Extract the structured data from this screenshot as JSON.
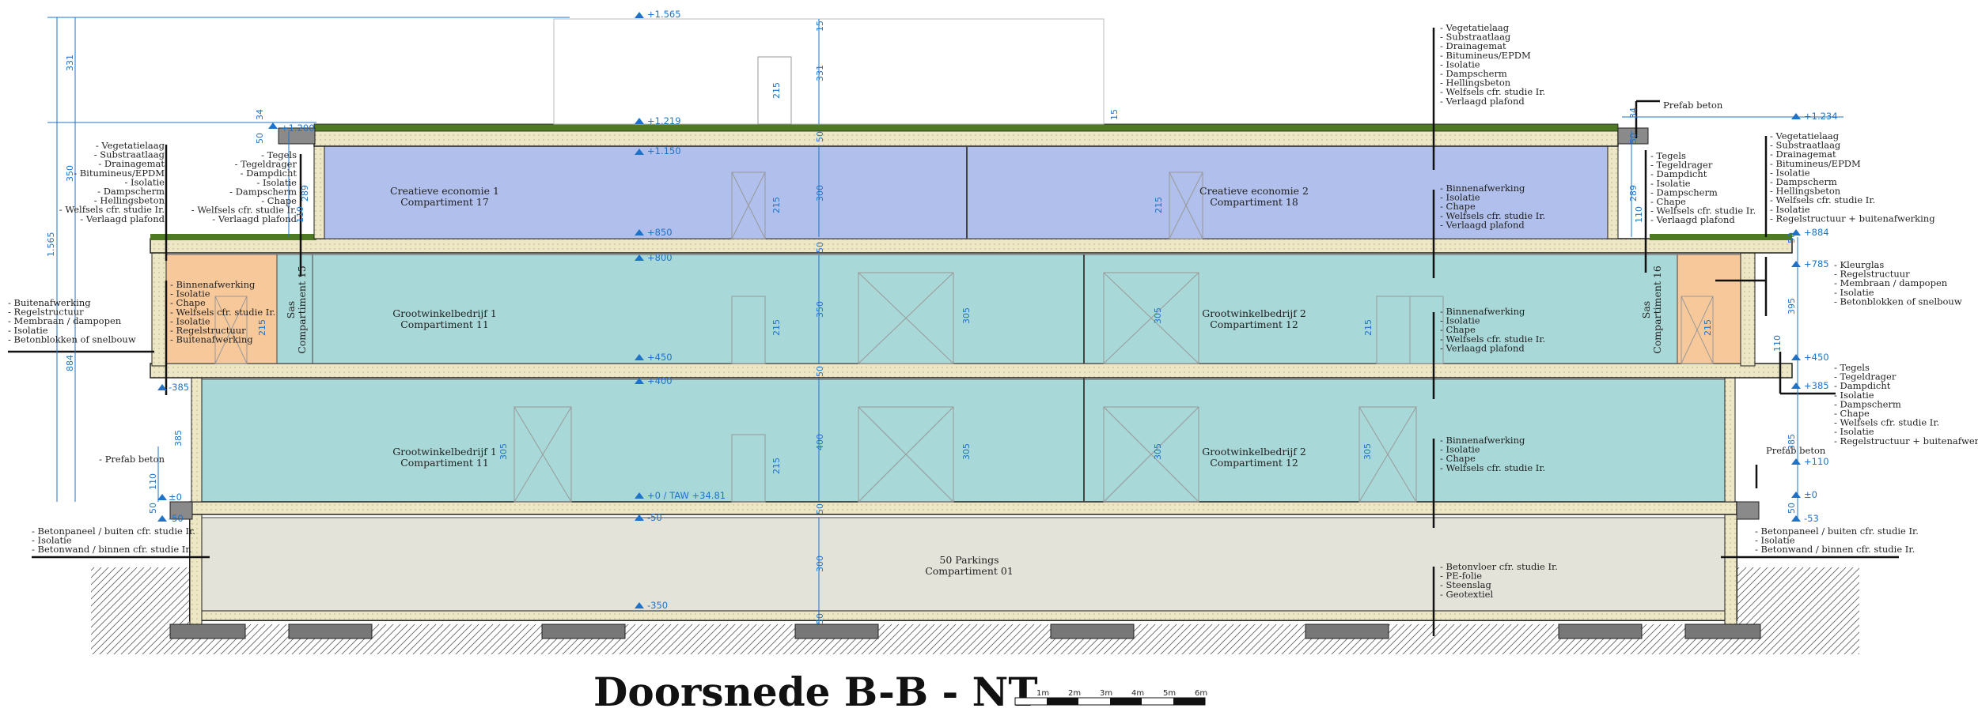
{
  "title": "Doorsnede B-B - NT",
  "scale_bar": [
    "1m",
    "2m",
    "3m",
    "4m",
    "5m",
    "6m"
  ],
  "level_markers": [
    "+1.565",
    "+1.219",
    "+1.200",
    "+1.150",
    "+850",
    "+800",
    "+450",
    "+400",
    "+0 / TAW +34.81",
    "-50",
    "-350",
    "+1.234",
    "+884",
    "+785",
    "+450",
    "+385",
    "+110",
    "±0",
    "-53",
    "-385",
    "±0",
    "-50"
  ],
  "dimensions": {
    "overall_left": "1.565",
    "roof_upper": "331",
    "roof_parapet": "350",
    "facade_height": "884",
    "ground_floor_left": "385",
    "prefab_left": "110",
    "sill_left": "50",
    "parapet_left": "289",
    "parapet_small": "110",
    "roof_edge_left": "50",
    "roof_edge_top": "34",
    "roof_edge_small": "15",
    "door_roof": "215",
    "roof_box": "331",
    "roof_box_small": "15",
    "slab1": "50",
    "slab2": "50",
    "slab3": "50",
    "slab4": "50",
    "slab5": "50",
    "floor3_height": "300",
    "floor2_height": "350",
    "floor1_height": "400",
    "basement_height": "300",
    "door_heights": [
      "215",
      "215",
      "215",
      "215",
      "215",
      "215"
    ],
    "window_heights": [
      "305",
      "305",
      "305",
      "305",
      "305"
    ],
    "right_upper": "289",
    "right_small": "110",
    "right_edge": "50",
    "right_edge_top": "34",
    "right_facade": "395",
    "right_lower": "385",
    "right_small2": "110",
    "right_bottom": "50",
    "right_parapet": "50"
  },
  "rooms": [
    {
      "line1": "Creatieve economie 1",
      "line2": "Compartiment 17"
    },
    {
      "line1": "Creatieve economie 2",
      "line2": "Compartiment 18"
    },
    {
      "line1": "Grootwinkelbedrijf 1",
      "line2": "Compartiment 11"
    },
    {
      "line1": "Grootwinkelbedrijf 2",
      "line2": "Compartiment 12"
    },
    {
      "line1": "Grootwinkelbedrijf 1",
      "line2": "Compartiment 11"
    },
    {
      "line1": "Grootwinkelbedrijf 2",
      "line2": "Compartiment 12"
    },
    {
      "line1": "50 Parkings",
      "line2": "Compartiment 01"
    }
  ],
  "sas": [
    "Sas",
    "Compartiment 15",
    "Sas",
    "Compartiment 16"
  ],
  "annotations": {
    "left_roof": [
      "- Vegetatielaag",
      "- Substraatlaag",
      "- Drainagemat",
      "- Bitumineus/EPDM",
      "- Isolatie",
      "- Dampscherm",
      "- Hellingsbeton",
      "- Welfsels cfr. studie Ir.",
      "- Verlaagd plafond"
    ],
    "left_terrace": [
      "- Tegels",
      "- Tegeldrager",
      "- Dampdicht",
      "- Isolatie",
      "- Dampscherm",
      "- Chape",
      "- Welfsels cfr. studie Ir.",
      "- Verlaagd plafond"
    ],
    "left_facade": [
      "- Buitenafwerking",
      "- Regelstructuur",
      "- Membraan / dampopen",
      "- Isolatie",
      "- Betonblokken of snelbouw"
    ],
    "left_sas_floor": [
      "- Binnenafwerking",
      "- Isolatie",
      "- Chape",
      "- Welfsels cfr. studie Ir.",
      "- Isolatie",
      "- Regelstructuur",
      "- Buitenafwerking"
    ],
    "left_prefab": [
      "- Prefab beton"
    ],
    "left_basement": [
      "- Betonpaneel / buiten cfr. studie Ir.",
      "- Isolatie",
      "- Betonwand / binnen cfr. studie Ir."
    ],
    "top_roof": [
      "- Vegetatielaag",
      "- Substraatlaag",
      "- Drainagemat",
      "- Bitumineus/EPDM",
      "- Isolatie",
      "- Dampscherm",
      "- Hellingsbeton",
      "- Welfsels cfr. studie Ir.",
      "- Verlaagd plafond"
    ],
    "mid_floor3": [
      "- Binnenafwerking",
      "- Isolatie",
      "- Chape",
      "- Welfsels cfr. studie Ir.",
      "- Verlaagd plafond"
    ],
    "mid_floor2": [
      "- Binnenafwerking",
      "- Isolatie",
      "- Chape",
      "- Welfsels cfr. studie Ir.",
      "- Verlaagd plafond"
    ],
    "mid_floor1": [
      "- Binnenafwerking",
      "- Isolatie",
      "- Chape",
      "- Welfsels cfr. studie Ir."
    ],
    "mid_basement": [
      "- Betonvloer  cfr. studie Ir.",
      "- PE-folie",
      "- Steenslag",
      "- Geotextiel"
    ],
    "right_prefab_top": [
      "Prefab beton"
    ],
    "right_terrace": [
      "- Tegels",
      "- Tegeldrager",
      "- Dampdicht",
      "- Isolatie",
      "- Dampscherm",
      "- Chape",
      "- Welfsels cfr. studie Ir.",
      "- Verlaagd plafond"
    ],
    "right_roof": [
      "- Vegetatielaag",
      "- Substraatlaag",
      "- Drainagemat",
      "- Bitumineus/EPDM",
      "- Isolatie",
      "- Dampscherm",
      "- Hellingsbeton",
      "- Welfsels cfr. studie Ir.",
      "- Isolatie",
      "- Regelstructuur + buitenafwerking"
    ],
    "right_glass": [
      "- Kleurglas",
      "- Regelstructuur",
      "- Membraan / dampopen",
      "- Isolatie",
      "- Betonblokken of snelbouw"
    ],
    "right_floor": [
      "- Tegels",
      "- Tegeldrager",
      "- Dampdicht",
      "- Isolatie",
      "- Dampscherm",
      "- Chape",
      "- Welfsels cfr. studie Ir.",
      "- Isolatie",
      "- Regelstructuur + buitenafwerking"
    ],
    "right_prefab_low": [
      "Prefab beton"
    ],
    "right_basement": [
      "- Betonpaneel / buiten cfr. studie Ir.",
      "- Isolatie",
      "- Betonwand / binnen cfr. studie Ir."
    ]
  },
  "colors": {
    "roof_room": "#b0bfeb",
    "floor_room": "#a9d8d8",
    "sas": "#f7c89a",
    "basement": "#e4e3da",
    "slab": "#ece6c6",
    "green_roof": "#4e7a24",
    "dimension": "#1e73c8",
    "line": "#111111"
  }
}
